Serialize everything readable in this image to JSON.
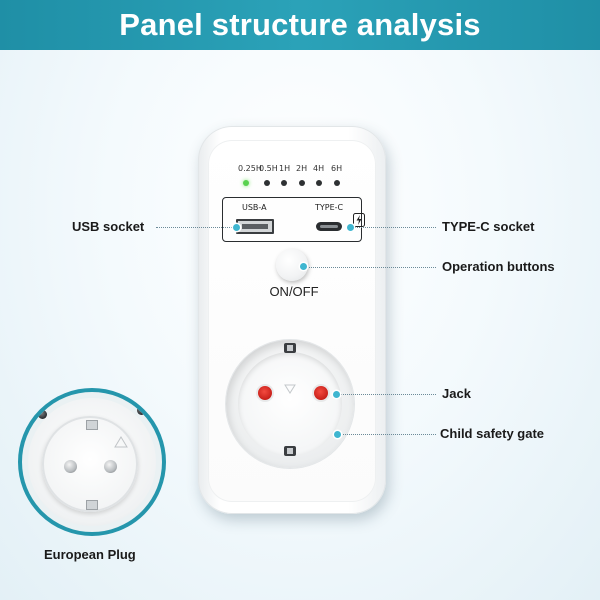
{
  "banner": {
    "title": "Panel structure analysis",
    "color": "#2a9fb5"
  },
  "timer": {
    "labels": [
      "0.25H",
      "0.5H",
      "1H",
      "2H",
      "4H",
      "6H"
    ],
    "active_index": 0,
    "active_color": "#59d24f"
  },
  "ports": {
    "usb_a_label": "USB-A",
    "usb_c_label": "TYPE-C"
  },
  "controls": {
    "onoff_label": "ON/OFF"
  },
  "callouts": {
    "usb_socket": "USB socket",
    "typec_socket": "TYPE-C socket",
    "operation_buttons": "Operation buttons",
    "jack": "Jack",
    "child_safety_gate": "Child safety gate"
  },
  "plug": {
    "label": "European Plug"
  },
  "icons": {
    "bolt": "lightning-bolt-icon",
    "power": "power-button-icon",
    "socket_arrow": "triangle-arrow-icon"
  },
  "accent_color": "#3fb6d0"
}
